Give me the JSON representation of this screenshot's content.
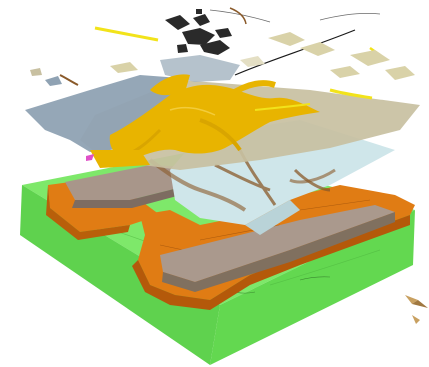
{
  "diagram": {
    "kind": "exploded 3D geological block model",
    "layers": [
      {
        "id": "buildings",
        "color": "#2a2a2a"
      },
      {
        "id": "road-network",
        "color": "#1a1a1a"
      },
      {
        "id": "isolated-deposits",
        "color": "#d9d2a8"
      },
      {
        "id": "blue-gray-formation",
        "color": "#8fa2b3"
      },
      {
        "id": "tan-surface",
        "color": "#c8c0a1"
      },
      {
        "id": "yellow-alluvium",
        "color": "#e8b400"
      },
      {
        "id": "light-blue-layer",
        "color": "#cfe6ea"
      },
      {
        "id": "taupe-slab",
        "color": "#a8968a"
      },
      {
        "id": "orange-bedrock",
        "color": "#dd7a12"
      },
      {
        "id": "green-base-block",
        "color": "#6fe05c"
      }
    ],
    "accent_colors": {
      "yellow_lines": "#f2e31a",
      "magenta_mark": "#e050c8",
      "brown_fault": "#8a5a2a"
    },
    "icons": {
      "north_arrow": "north-arrow-icon"
    }
  }
}
